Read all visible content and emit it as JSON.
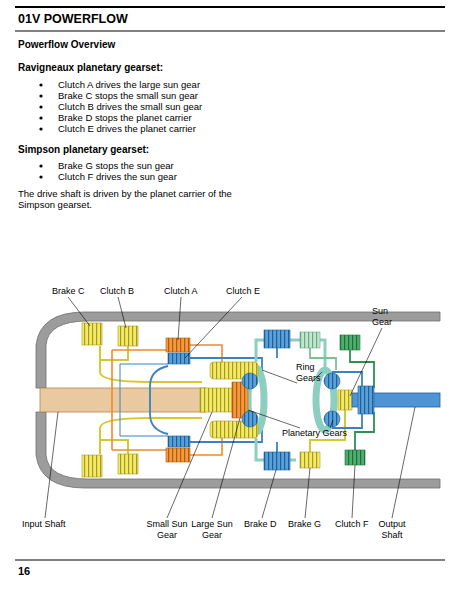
{
  "diagram": {
    "title": "01V POWERFLOW",
    "labels": [
      "Powerflow Overview",
      "Ravigneaux planetary gearset:",
      "Clutch A drives the large sun gear",
      "Brake C stops the small sun gear",
      "Clutch B drives the small sun gear",
      "Brake D stops the planet carrier",
      "Clutch E drives the planet carrier",
      "Simpson planetary gearset:",
      "Brake G stops the sun gear",
      "Clutch F drives the sun gear",
      "The drive shaft is driven by the planet carrier of the Simpson gearset.",
      "Brake C",
      "Clutch B",
      "Clutch A",
      "Clutch E",
      "Sun Gear",
      "Ring Gears",
      "Planetary Gears",
      "Input Shaft",
      "Small Sun Gear",
      "Large Sun Gear",
      "Brake D",
      "Brake G",
      "Clutch F",
      "Output Shaft",
      "16"
    ]
  }
}
